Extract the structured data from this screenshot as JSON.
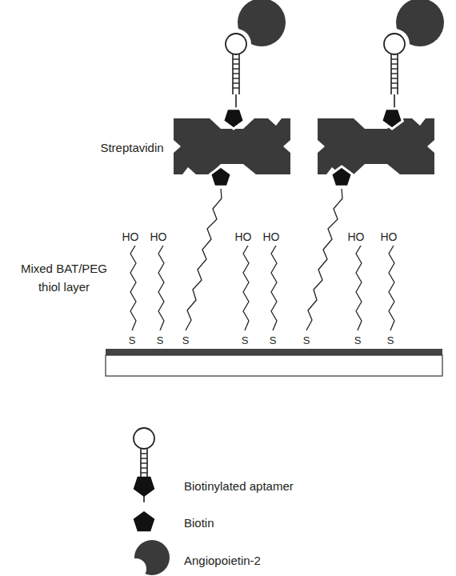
{
  "diagram": {
    "labels": [
      "Streptavidin",
      "HO",
      "HO",
      "HO",
      "HO",
      "HO",
      "HO",
      "Mixed BAT/PEG thiol layer",
      "S",
      "S",
      "S",
      "S",
      "S",
      "S",
      "S",
      "S"
    ],
    "legend": [
      {
        "text": "Biotinylated aptamer"
      },
      {
        "text": "Biotin"
      },
      {
        "text": "Angiopoietin-2"
      }
    ]
  }
}
